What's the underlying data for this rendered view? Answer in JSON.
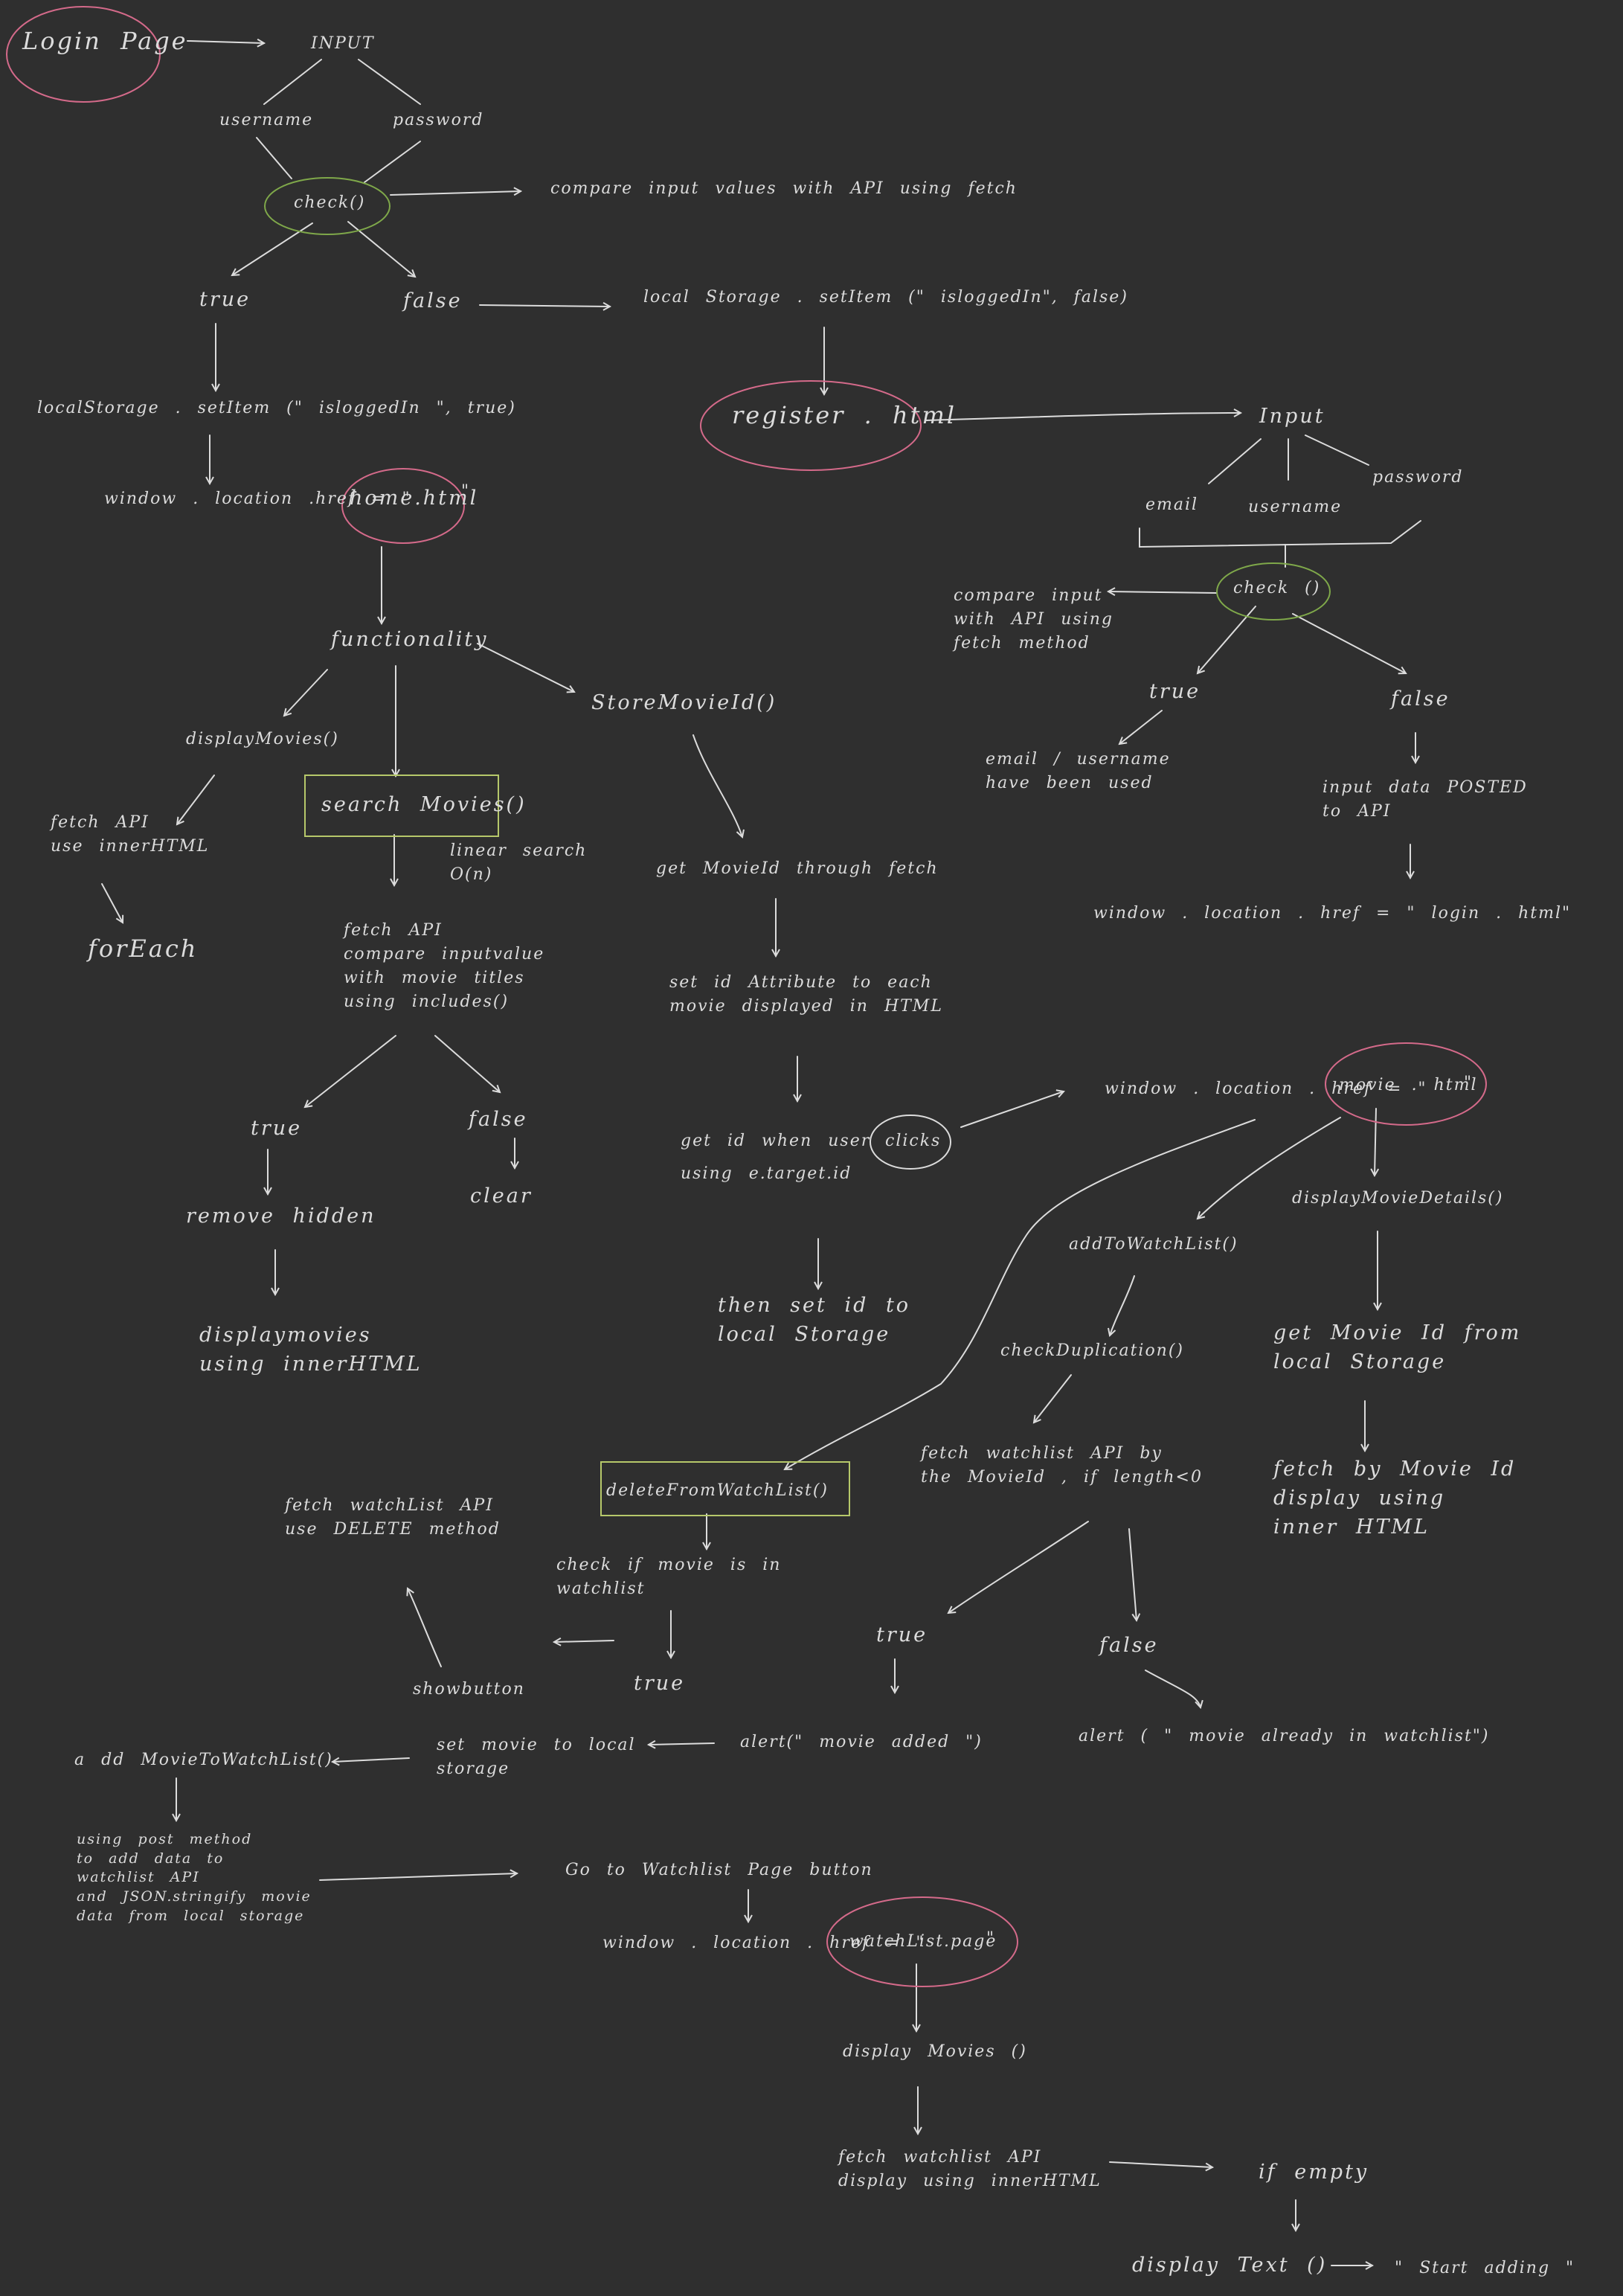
{
  "colors": {
    "background": "#2f2f2f",
    "ink": "#dcdcdc",
    "page_circle": "#d46a8a",
    "check_circle": "#7fa84a",
    "highlight_box": "#b6c86a"
  },
  "nodes": {
    "login_page": "Login  Page",
    "input_login": "INPUT",
    "username_login": "username",
    "password_login": "password",
    "check_login": "check()",
    "compare_login": "compare  input values  with  API  using  fetch",
    "true_login": "true",
    "false_login": "false",
    "set_false": "local Storage . setItem (\" isloggedIn\", false)",
    "set_true": "localStorage . setItem (\" isloggedIn \", true)",
    "register_html": "register . html",
    "home_redirect": "window . location .href =  \"",
    "home_html": "home.html",
    "home_quote": "\"",
    "input_register": "Input",
    "email": "email",
    "username_register": "username",
    "password_register": "password",
    "check_register": "check ()",
    "compare_register": "compare  input\nwith  API  using\nfetch  method",
    "true_register": "true",
    "false_register": "false",
    "email_used": "email / username\nhave  been  used",
    "posted": "input data  POSTED\nto  API",
    "login_redirect": "window . location . href = \" login . html\"",
    "functionality": "functionality",
    "display_movies": "displayMovies()",
    "search_movies": "search Movies()",
    "store_movie_id": "StoreMovieId()",
    "fetch_api_inner": "fetch  API\nuse  innerHTML",
    "foreach": "forEach",
    "linear_search": "linear  search\nO(n)",
    "fetch_compare": "fetch  API\ncompare  inputvalue\nwith  movie titles\nusing  includes()",
    "get_movieid": "get MovieId  through  fetch",
    "set_id_attr": "set  id  Attribute  to  each\nmovie  displayed  in  HTML",
    "get_id_click": "get  id  when  user",
    "clicks": "clicks",
    "using_target": "using   e.target.id",
    "then_set_id": "then   set  id  to\nlocal  Storage",
    "movie_redirect": "window . location . href = \"",
    "movie_html": "movie . html",
    "movie_quote": "\"",
    "true_search": "true",
    "false_search": "false",
    "clear": "clear",
    "remove_hidden": "remove   hidden",
    "display_movies_inner": "displaymovies\nusing   innerHTML",
    "add_to_watchlist": "addToWatchList()",
    "display_movie_details": "displayMovieDetails()",
    "check_duplication": "checkDuplication()",
    "get_movieid_local": "get   Movie Id   from\nlocal  Storage",
    "fetch_by_movieid": "fetch   by  Movie  Id\ndisplay   using\ninner    HTML",
    "fetch_watchlist_api": "fetch  watchlist  API  by\nthe  MovieId ,  if  length<0",
    "delete_from_watchlist": "deleteFromWatchList()",
    "fetch_delete": "fetch  watchList API\nuse   DELETE  method",
    "check_movie_in": "check  if  movie  is  in\nwatchlist",
    "true_delete": "true",
    "show_button": "showbutton",
    "true_dup": "true",
    "false_dup": "false",
    "alert_added": "alert(\" movie added \")",
    "alert_already": "alert ( \" movie  already  in  watchlist\")",
    "set_movie_local": "set  movie  to  local\nstorage",
    "add_movie_to_watchlist": "a dd MovieToWatchList()",
    "post_method": "using  post  method\nto  add  data  to\n watchlist  API\nand  JSON.stringify movie\ndata   from   local storage",
    "go_to_watchlist": "Go  to   Watchlist   Page   button",
    "watchlist_redirect": "window . location . href =  \"",
    "watchlist_page": "watchList.page",
    "watchlist_quote": "\"",
    "display_movies_final": "display Movies ()",
    "fetch_watchlist_display": "fetch  watchlist  API\ndisplay   using  innerHTML",
    "if_empty": "if  empty",
    "display_text": "display Text ()",
    "start_adding": "\" Start  adding \""
  }
}
